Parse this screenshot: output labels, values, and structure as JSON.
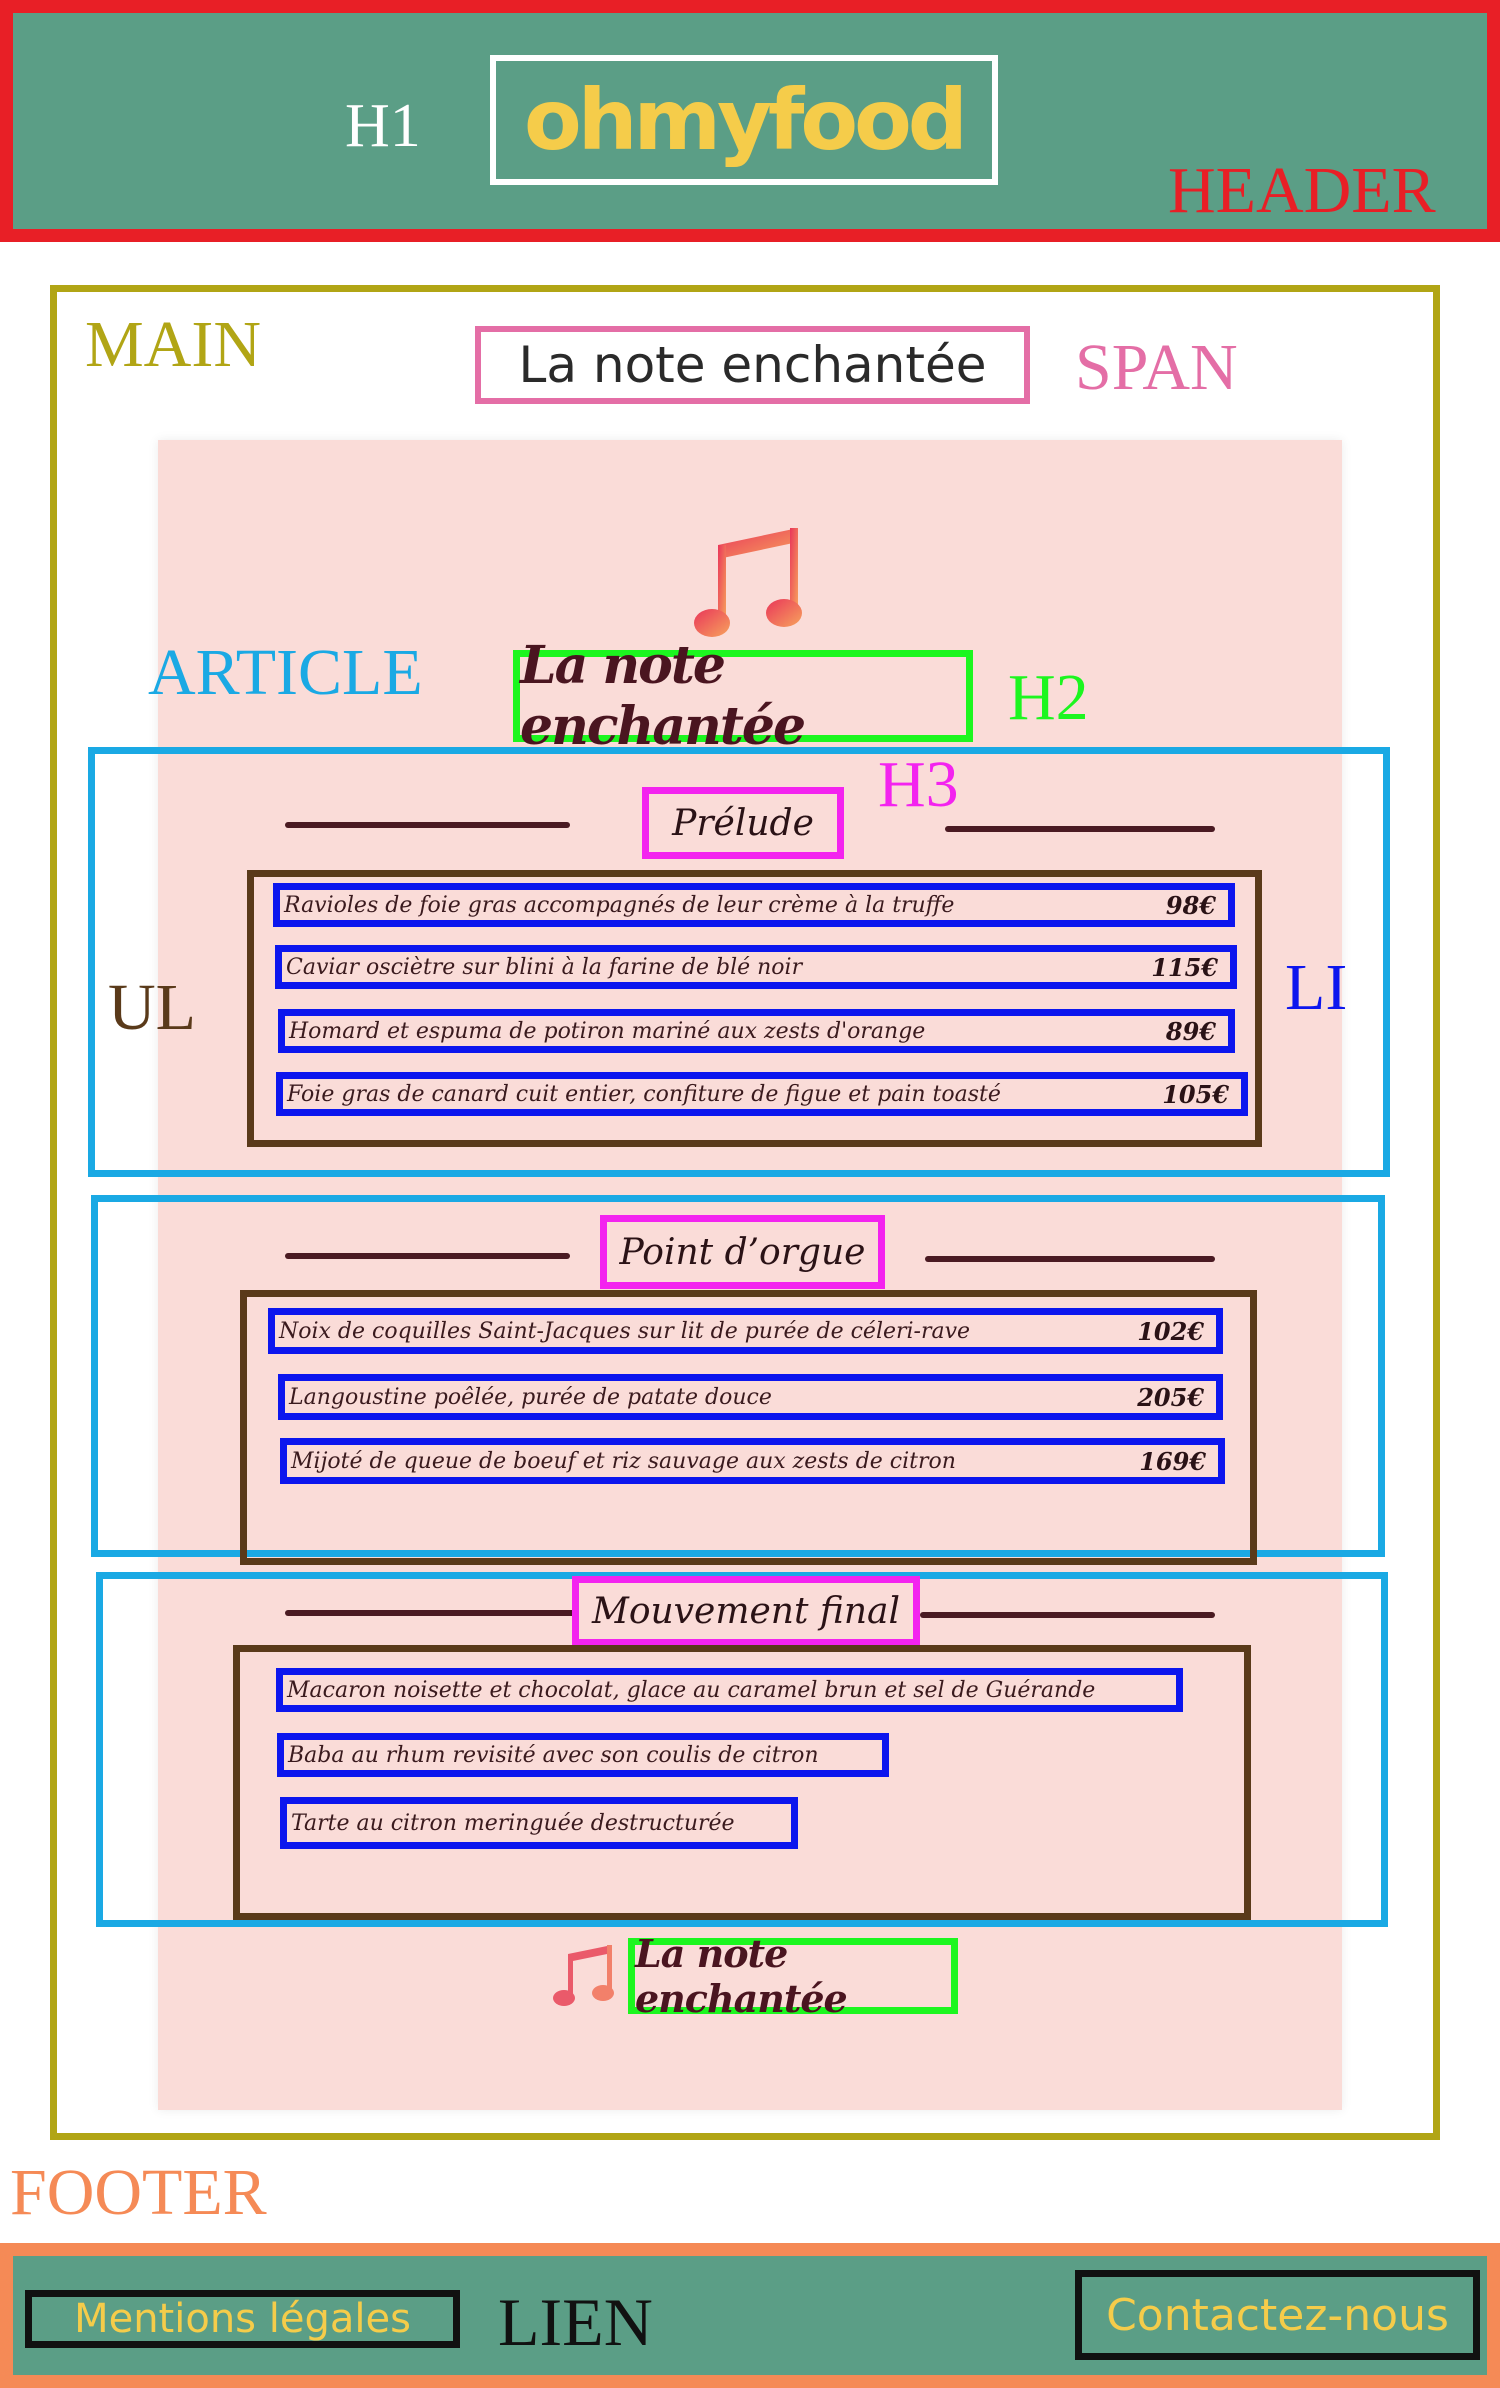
{
  "header": {
    "tag": "HEADER",
    "h1_tag": "H1",
    "logo": "ohmyfood"
  },
  "main": {
    "tag": "MAIN",
    "span_tag": "SPAN",
    "title_span": "La note enchantée",
    "article_tag": "ARTICLE",
    "h2_tag": "H2",
    "h3_tag": "H3",
    "ul_tag": "UL",
    "li_tag": "LI",
    "h2": "La note enchantée",
    "bottom_brand": "La note enchantée"
  },
  "sections": [
    {
      "title": "Prélude",
      "items": [
        {
          "name": "Ravioles de foie gras accompagnés de leur crème à la truffe",
          "price": "98€"
        },
        {
          "name": "Caviar osciètre sur blini à la farine de blé noir",
          "price": "115€"
        },
        {
          "name": "Homard et espuma de potiron mariné aux zests d'orange",
          "price": "89€"
        },
        {
          "name": "Foie gras de canard cuit entier, confiture de figue et pain toasté",
          "price": "105€"
        }
      ]
    },
    {
      "title": "Point d’orgue",
      "items": [
        {
          "name": "Noix de coquilles Saint-Jacques sur lit de purée de céleri-rave",
          "price": "102€"
        },
        {
          "name": "Langoustine poêlée, purée de patate douce",
          "price": "205€"
        },
        {
          "name": "Mijoté de queue de boeuf et riz sauvage aux zests de citron",
          "price": "169€"
        }
      ]
    },
    {
      "title": "Mouvement final",
      "items": [
        {
          "name": "Macaron noisette et chocolat, glace au caramel brun et sel de Guérande"
        },
        {
          "name": "Baba au rhum revisité avec son coulis de citron"
        },
        {
          "name": "Tarte au citron meringuée destructurée"
        }
      ]
    }
  ],
  "footer": {
    "tag": "FOOTER",
    "lien_tag": "LIEN",
    "link_left": "Mentions légales",
    "link_right": "Contactez-nous"
  },
  "colors": {
    "header_border": "#e81f26",
    "main_border": "#b1a515",
    "span_border": "#e46ea6",
    "article_border": "#1aa9e4",
    "h2_border": "#1cf61f",
    "h3_border": "#f323ef",
    "ul_border": "#5a3a1a",
    "li_border": "#0c16ee",
    "footer_border": "#f58a56",
    "banner_bg": "#5b9e86",
    "logo_yellow": "#f5cc4a",
    "card_bg": "#fadcd8"
  },
  "icons": [
    "music-note-icon",
    "small-music-note-icon"
  ]
}
